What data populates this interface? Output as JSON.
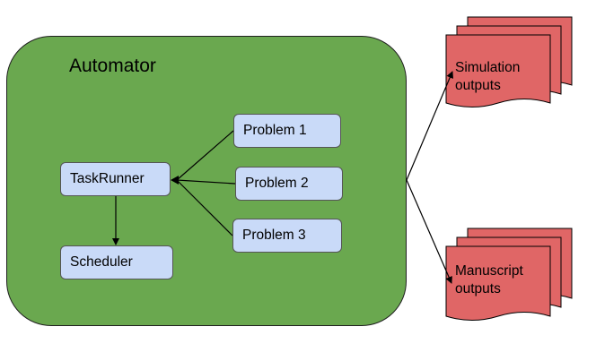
{
  "diagram": {
    "container_title": "Automator",
    "nodes": {
      "taskrunner": "TaskRunner",
      "scheduler": "Scheduler",
      "problem1": "Problem 1",
      "problem2": "Problem 2",
      "problem3": "Problem 3"
    },
    "outputs": {
      "simulation": {
        "line1": "Simulation",
        "line2": "outputs"
      },
      "manuscript": {
        "line1": "Manuscript",
        "line2": "outputs"
      }
    }
  },
  "colors": {
    "container_fill": "#6aa84f",
    "node_fill": "#c9daf8",
    "output_fill": "#e06666",
    "stroke": "#000000"
  }
}
